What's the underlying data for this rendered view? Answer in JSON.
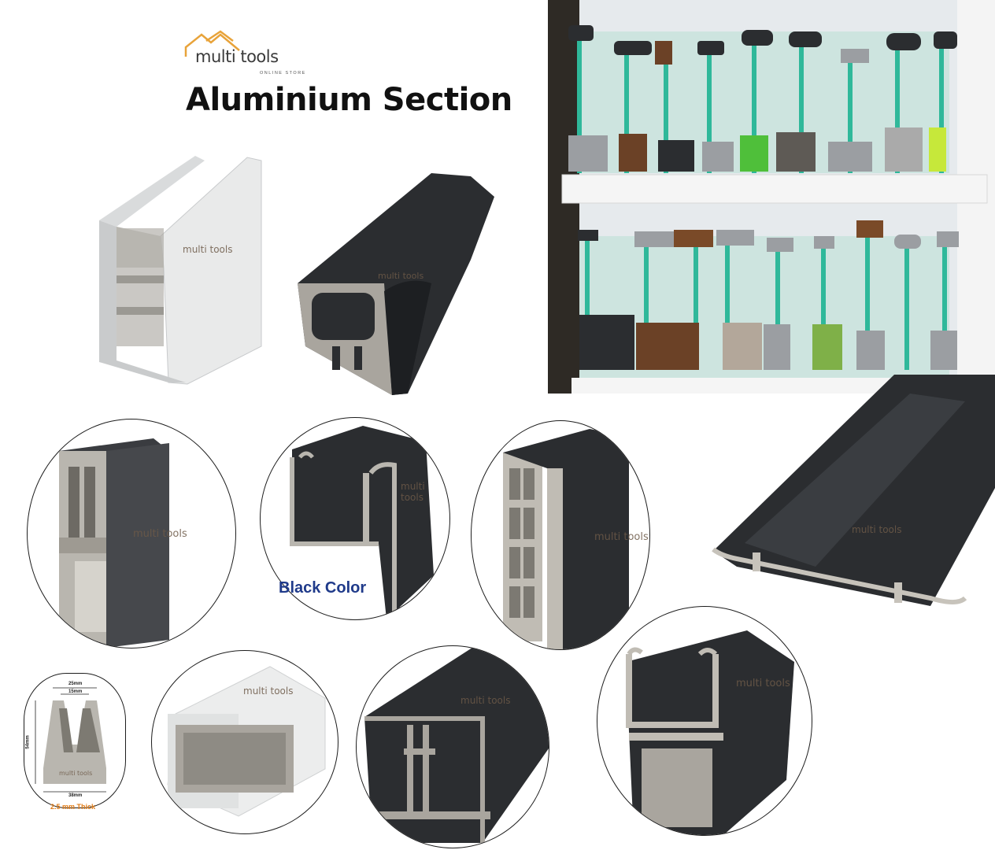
{
  "header": {
    "brand": "multi tools",
    "brand_sub": "ONLINE STORE",
    "title": "Aluminium Section"
  },
  "watermark": "multi tools",
  "labels": {
    "black_color": "Black Color",
    "thickness": "2.5 mm Thick"
  },
  "dimensions": {
    "top_width": "25mm",
    "inner_width": "15mm",
    "height": "54mm",
    "base_width": "38mm"
  },
  "colors": {
    "profile_black": "#2b2d30",
    "profile_white": "#e9eaea",
    "metal": "#a9a59e",
    "glass": "#2fb89a",
    "logo_orange": "#e8a33a"
  }
}
